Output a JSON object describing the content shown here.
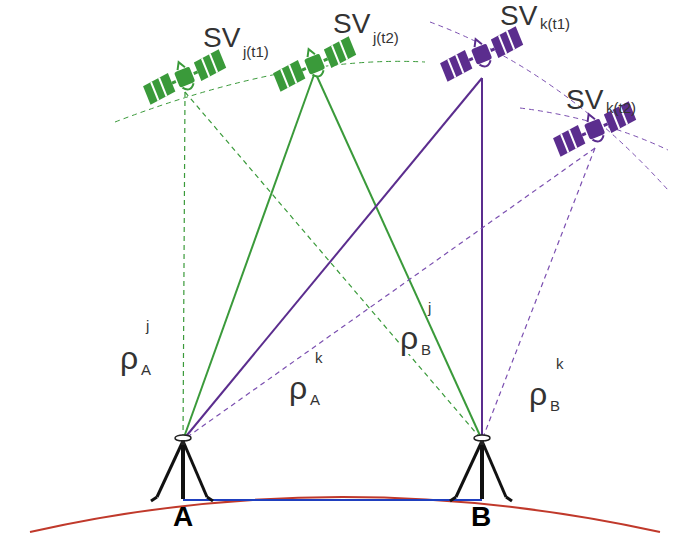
{
  "diagram": {
    "labels": [
      "SV",
      "j(t1)",
      "SV",
      "j(t2)",
      "SV",
      "k(t1)",
      "SV",
      "k(t2)",
      "ρ",
      "A",
      "j",
      "ρ",
      "A",
      "k",
      "ρ",
      "B",
      "j",
      "ρ",
      "B",
      "k",
      "A",
      "B"
    ]
  }
}
